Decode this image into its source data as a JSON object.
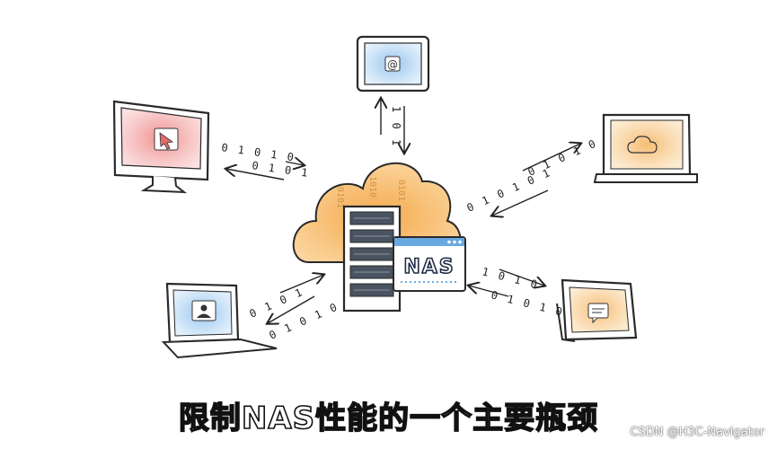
{
  "caption": "限制NAS性能的一个主要瓶颈",
  "watermark": "CSDN @H3C-Navigator",
  "nas_window": {
    "label": "NAS"
  },
  "binary": {
    "top_left": "0 1 0 1 0",
    "top_left_lower": "0 1 0 1",
    "top_right": "0 1 0 1 0 1",
    "top_right_lower": "0 1 0 1 0",
    "bottom_left": "0 1 0 1",
    "bottom_left_lower": "0 1 0 1 0",
    "bottom_right": "1 0 1 0",
    "bottom_right_lower": "0 1 0 1 0",
    "top_vertical": "1 0 1"
  },
  "colors": {
    "cloud": "#f6b45c",
    "cloud_light": "#fbd79e",
    "server": "#4a5360",
    "red_screen": "#f29a9a",
    "blue_screen": "#9fc9ef",
    "orange_screen": "#f7c98c",
    "nas_window": "#ffffff",
    "nas_title": "#6aa8e0"
  },
  "icons": {
    "tablet_top": "at-sign-icon",
    "monitor_left": "cursor-icon",
    "laptop_right": "cloud-icon",
    "laptop_bottom_left": "contact-card-icon",
    "tablet_bottom_right": "chat-bubble-icon"
  }
}
